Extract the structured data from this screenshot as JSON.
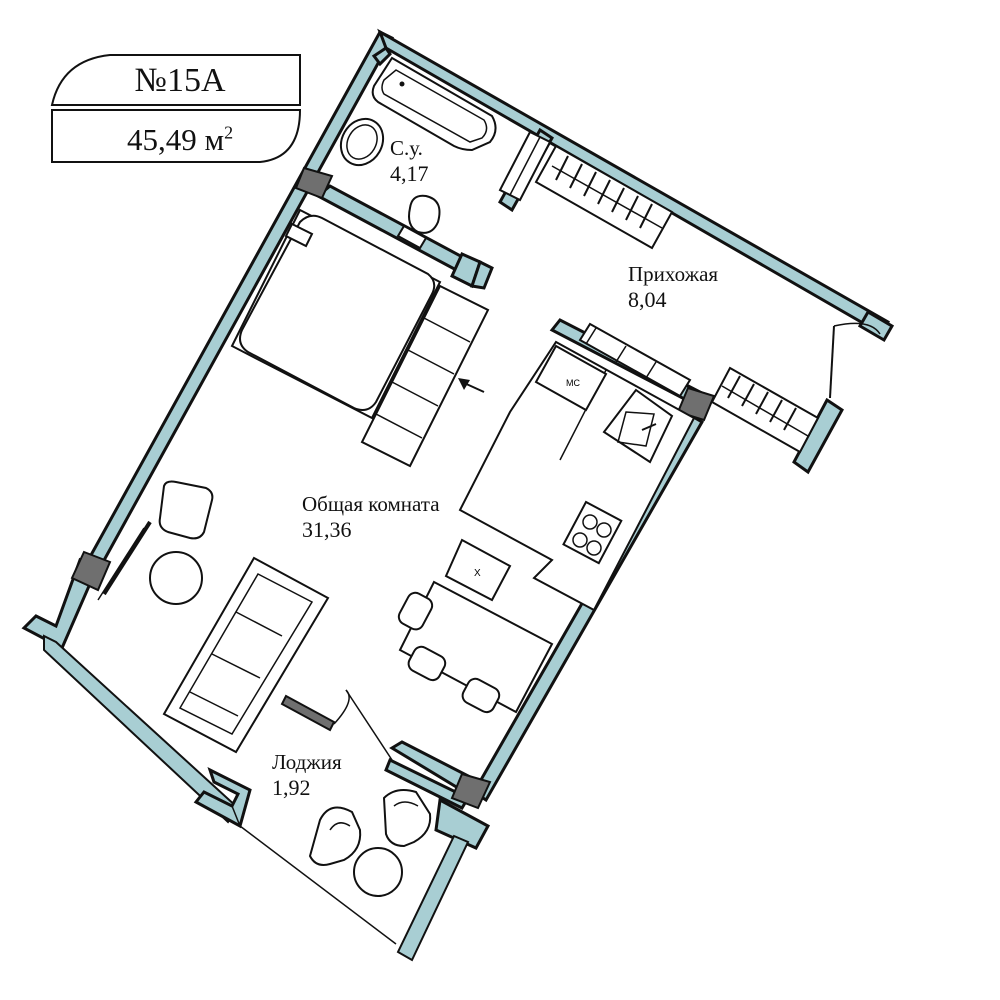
{
  "badge": {
    "number": "№15А",
    "area_value": "45,49 м",
    "area_unit_exp": "2"
  },
  "rooms": [
    {
      "id": "bathroom",
      "name": "С.у.",
      "area": "4,17"
    },
    {
      "id": "hallway",
      "name": "Прихожая",
      "area": "8,04"
    },
    {
      "id": "living",
      "name": "Общая комната",
      "area": "31,36"
    },
    {
      "id": "loggia",
      "name": "Лоджия",
      "area": "1,92"
    }
  ],
  "fixtures": {
    "washing_machine_mark": "МС",
    "stove_mark": "X"
  },
  "colors": {
    "wall_fill": "#a8ced3",
    "column_fill": "#6f6f6f",
    "line": "#111111"
  }
}
